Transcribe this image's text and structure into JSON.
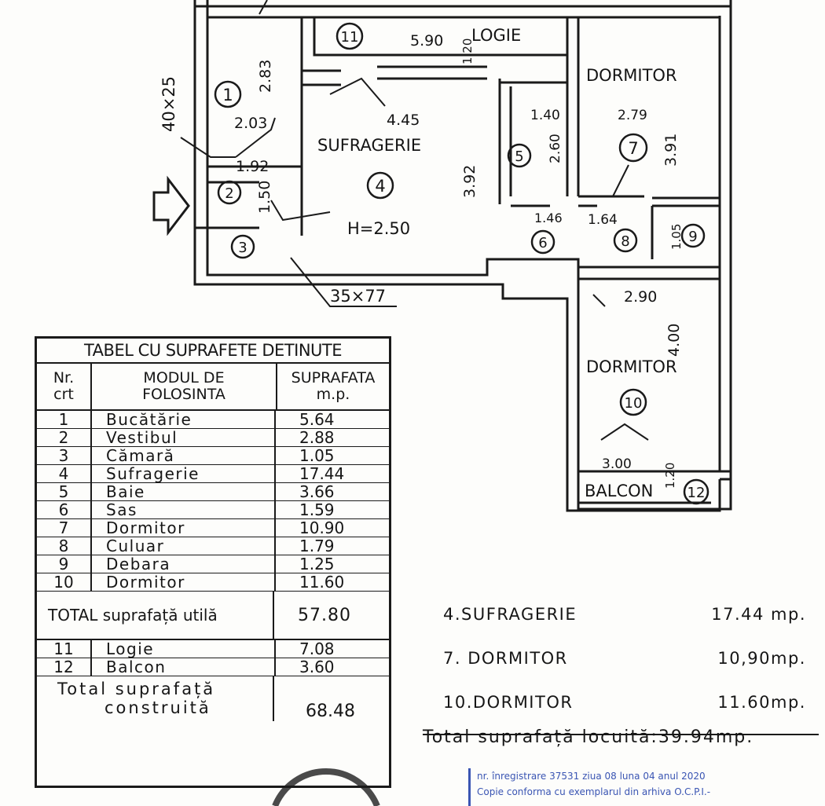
{
  "plan": {
    "rooms": {
      "r1": "1",
      "r2": "2",
      "r3": "3",
      "r4": "4",
      "r5": "5",
      "r6": "6",
      "r7": "7",
      "r8": "8",
      "r9": "9",
      "r10": "10",
      "r11": "11",
      "r12": "12"
    },
    "labels": {
      "logie": "LOGIE",
      "dormitor_top": "DORMITOR",
      "sufragerie": "SUFRAGERIE",
      "height": "H=2.50",
      "dormitor_bottom": "DORMITOR",
      "balcon": "BALCON",
      "vent": "40×25",
      "niche": "35×77"
    },
    "dimensions": {
      "d_2_83": "2.83",
      "d_2_03": "2.03",
      "d_1_92": "1.92",
      "d_1_50": "1.50",
      "d_5_90": "5.90",
      "d_1_20a": "1.20",
      "d_4_45": "4.45",
      "d_3_92": "3.92",
      "d_1_40": "1.40",
      "d_2_60": "2.60",
      "d_1_46": "1.46",
      "d_1_64": "1.64",
      "d_2_79": "2.79",
      "d_3_91": "3.91",
      "d_1_05": "1.05",
      "d_2_90": "2.90",
      "d_4_00": "4.00",
      "d_3_00": "3.00",
      "d_1_20b": "1.20"
    }
  },
  "table": {
    "title": "TABEL CU SUPRAFETE DETINUTE",
    "col_nr_1": "Nr.",
    "col_nr_2": "crt",
    "col_mod_1": "MODUL DE",
    "col_mod_2": "FOLOSINTA",
    "col_sup_1": "SUPRAFATA",
    "col_sup_2": "m.p.",
    "rows": [
      {
        "nr": "1",
        "name": "Bucătărie",
        "area": "5.64"
      },
      {
        "nr": "2",
        "name": "Vestibul",
        "area": "2.88"
      },
      {
        "nr": "3",
        "name": "Cămară",
        "area": "1.05"
      },
      {
        "nr": "4",
        "name": "Sufragerie",
        "area": "17.44"
      },
      {
        "nr": "5",
        "name": "Baie",
        "area": "3.66"
      },
      {
        "nr": "6",
        "name": "Sas",
        "area": "1.59"
      },
      {
        "nr": "7",
        "name": "Dormitor",
        "area": "10.90"
      },
      {
        "nr": "8",
        "name": "Culuar",
        "area": "1.79"
      },
      {
        "nr": "9",
        "name": "Debara",
        "area": "1.25"
      },
      {
        "nr": "10",
        "name": "Dormitor",
        "area": "11.60"
      }
    ],
    "total_util_label": "TOTAL suprafață utilă",
    "total_util_value": "57.80",
    "extra_rows": [
      {
        "nr": "11",
        "name": "Logie",
        "area": "7.08"
      },
      {
        "nr": "12",
        "name": "Balcon",
        "area": "3.60"
      }
    ],
    "total_constr_label_1": "Total suprafață",
    "total_constr_label_2": "construită",
    "total_constr_value": "68.48"
  },
  "summary": {
    "items": [
      {
        "name": "4.SUFRAGERIE",
        "area": "17.44 mp."
      },
      {
        "name": "7. DORMITOR",
        "area": "10,90mp."
      },
      {
        "name": "10.DORMITOR",
        "area": "11.60mp."
      }
    ],
    "total": "Total suprafață locuită:39.94mp."
  },
  "stamp": {
    "line1": "nr. înregistrare 37531 ziua 08 luna 04 anul 2020",
    "line2": "Copie conforma cu exemplarul din arhiva O.C.P.I.-"
  }
}
